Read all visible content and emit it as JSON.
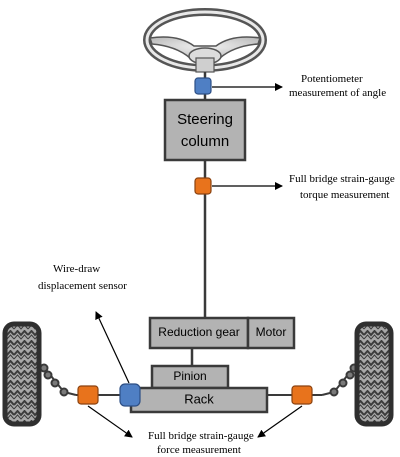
{
  "components": {
    "steering_column_line1": "Steering",
    "steering_column_line2": "column",
    "reduction_gear": "Reduction gear",
    "motor": "Motor",
    "pinion": "Pinion",
    "rack": "Rack"
  },
  "annotations": {
    "angle_line1": "Potentiometer",
    "angle_line2": "measurement  of angle",
    "torque_line1": "Full bridge strain-gauge",
    "torque_line2": "torque measurement",
    "displacement_line1": "Wire-draw",
    "displacement_line2": "displacement  sensor",
    "force_line1": "Full bridge strain-gauge",
    "force_line2": "force measurement"
  },
  "colors": {
    "box_fill": "#b3b3b3",
    "box_stroke": "#3a3a3a",
    "sensor_blue": "#4f7fc4",
    "sensor_orange": "#e8731c",
    "wheel_dark": "#4a4a4a",
    "wheel_light": "#a9a9a9",
    "hub": "#c9c9c9"
  }
}
